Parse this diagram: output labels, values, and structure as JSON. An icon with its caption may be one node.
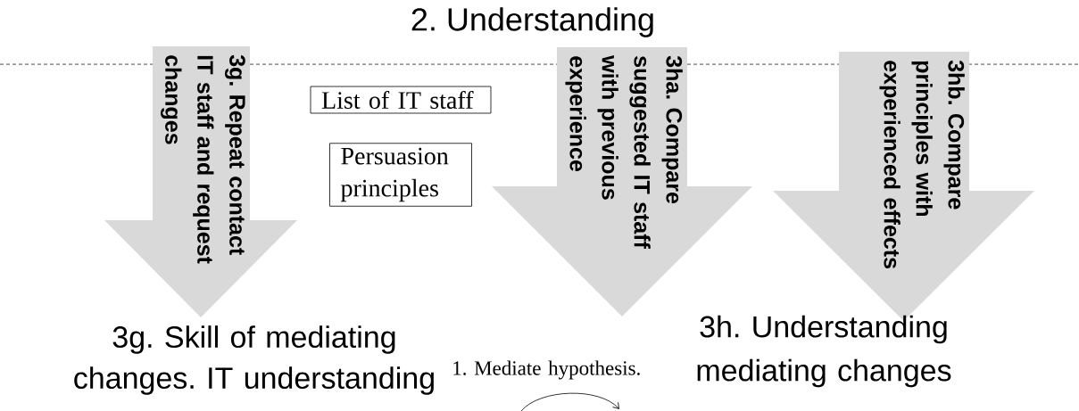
{
  "diagram": {
    "title": "2. Understanding",
    "nodes": [
      {
        "text": [
          "3g. Repeat contact IT staff and request changes"
        ]
      },
      {
        "text": [
          "List of IT staff"
        ]
      },
      {
        "text": [
          "Persuasion principles"
        ]
      },
      {
        "text": [
          "3ha. Compare suggested IT staff with previous experience"
        ]
      },
      {
        "text": [
          "3hb. Compare principles with experienced effects"
        ]
      }
    ],
    "labels": [
      "3g. Skill of mediating changes. IT understanding",
      "3h. Understanding mediating changes",
      "1. Mediate hypothesis."
    ]
  }
}
